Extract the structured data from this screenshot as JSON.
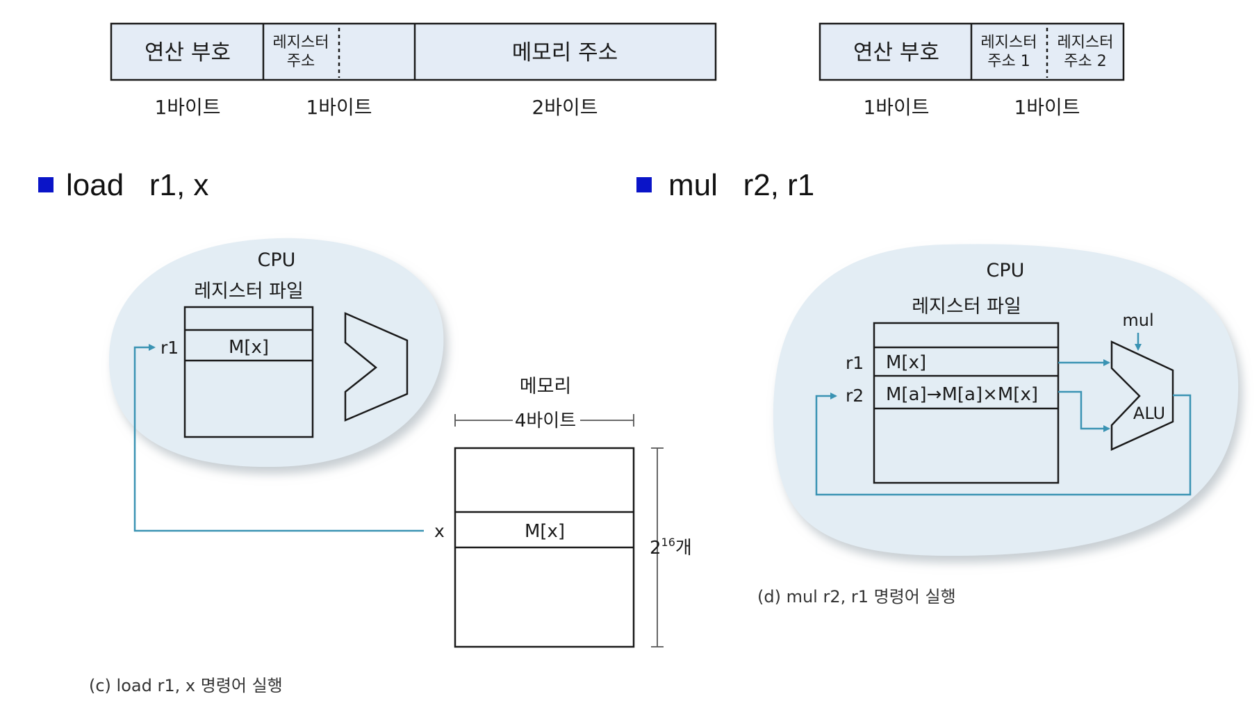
{
  "format_left": {
    "opcode": "연산 부호",
    "reg_addr_l1": "레지스터",
    "reg_addr_l2": "주소",
    "mem_addr": "메모리 주소",
    "size_opcode": "1바이트",
    "size_reg": "1바이트",
    "size_mem": "2바이트"
  },
  "format_right": {
    "opcode": "연산 부호",
    "reg1_l1": "레지스터",
    "reg1_l2": "주소 1",
    "reg2_l1": "레지스터",
    "reg2_l2": "주소 2",
    "size_opcode": "1바이트",
    "size_regs": "1바이트"
  },
  "instr_left": "load   r1, x",
  "instr_right": "mul   r2, r1",
  "diagram_c": {
    "cpu": "CPU",
    "regfile": "레지스터 파일",
    "r1": "r1",
    "r1_value": "M[x]",
    "memory": "메모리",
    "width": "4바이트",
    "x": "x",
    "mem_value": "M[x]",
    "count_base": "2",
    "count_exp": "16",
    "count_unit": "개",
    "caption": "(c) load r1, x 명령어 실행"
  },
  "diagram_d": {
    "cpu": "CPU",
    "regfile": "레지스터 파일",
    "r1": "r1",
    "r1_value": "M[x]",
    "r2": "r2",
    "r2_value": "M[a]→M[a]×M[x]",
    "op": "mul",
    "alu": "ALU",
    "caption": "(d) mul r2, r1 명령어 실행"
  },
  "colors": {
    "arrow": "#3a93b3",
    "cloud": "#e3edf4",
    "cell": "#e4ecf6",
    "bullet": "#0a14c8"
  }
}
